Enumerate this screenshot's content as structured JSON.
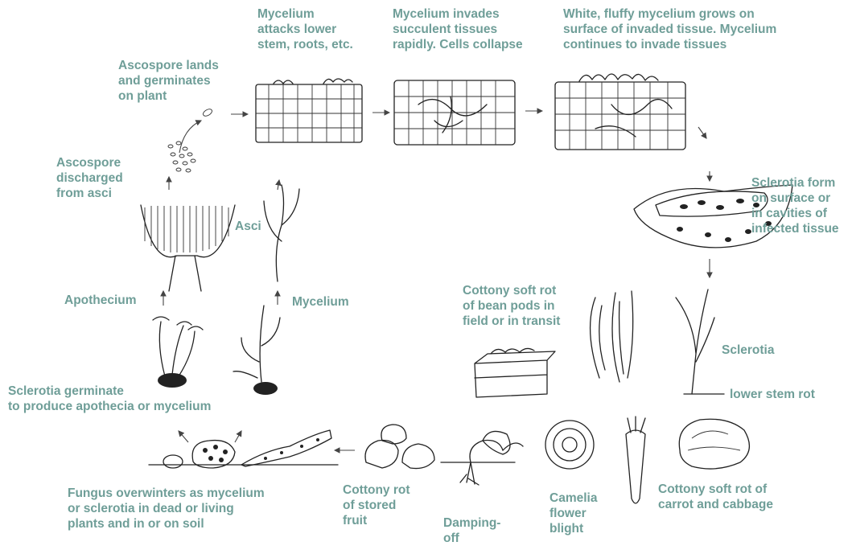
{
  "colors": {
    "label": "#6f9e98",
    "ink": "#222222",
    "background": "#ffffff"
  },
  "labels": {
    "mycelium_attacks": "Mycelium\nattacks lower\nstem, roots, etc.",
    "mycelium_invades": "Mycelium invades\nsucculent tissues\nrapidly. Cells collapse",
    "white_fluffy": "White, fluffy mycelium grows on\nsurface of invaded tissue. Mycelium\ncontinues to invade tissues",
    "ascospore_lands": "Ascospore lands\nand germinates\non plant",
    "ascospore_discharged": "Ascospore\ndischarged\nfrom asci",
    "asci": "Asci",
    "sclerotia_form": "Sclerotia form\non surface or\nin cavities of\ninfected tissue",
    "apothecium": "Apothecium",
    "mycelium": "Mycelium",
    "cottony_bean": "Cottony soft rot\nof bean pods in\nfield or in transit",
    "sclerotia": "Sclerotia",
    "lower_stem_rot": "lower stem rot",
    "sclerotia_germinate": "Sclerotia germinate\nto produce apothecia or mycelium",
    "fungus_overwinters": "Fungus overwinters as mycelium\nor sclerotia in dead or living\nplants and in or on soil",
    "cottony_stored_fruit": "Cottony rot\nof stored\nfruit",
    "damping_off": "Damping-\noff",
    "camelia": "Camelia\nflower\nblight",
    "cottony_carrot": "Cottony soft rot of\ncarrot and cabbage"
  }
}
